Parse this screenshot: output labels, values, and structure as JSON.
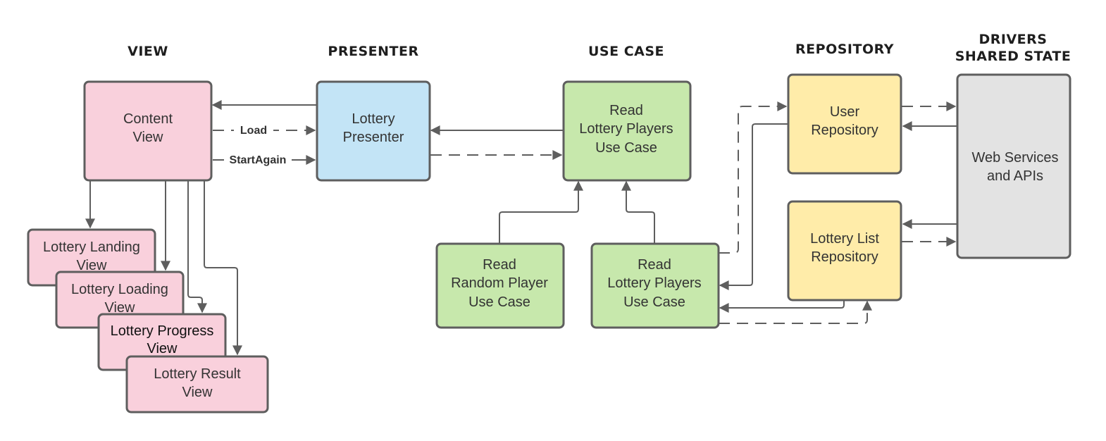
{
  "headings": {
    "view": "VIEW",
    "presenter": "PRESENTER",
    "use_case": "USE CASE",
    "repository": "REPOSITORY",
    "drivers_line1": "DRIVERS",
    "drivers_line2": "SHARED STATE"
  },
  "colors": {
    "view": "#f9d0dc",
    "presenter": "#c3e4f6",
    "use_case": "#c7e8ac",
    "repository": "#ffeca9",
    "drivers": "#e3e3e3",
    "stroke": "#5e5e5e"
  },
  "nodes": {
    "content_view": [
      "Content",
      "View"
    ],
    "lottery_landing_view": [
      "Lottery Landing",
      "View"
    ],
    "lottery_loading_view": [
      "Lottery Loading",
      "View"
    ],
    "lottery_progress_view": [
      "Lottery Progress",
      "View"
    ],
    "lottery_result_view": [
      "Lottery Result",
      "View"
    ],
    "lottery_presenter": [
      "Lottery",
      "Presenter"
    ],
    "read_lottery_players_use_case_top": [
      "Read",
      "Lottery Players",
      "Use Case"
    ],
    "read_random_player_use_case": [
      "Read",
      "Random Player",
      "Use Case"
    ],
    "read_lottery_players_use_case_bottom": [
      "Read",
      "Lottery Players",
      "Use Case"
    ],
    "user_repository": [
      "User",
      "Repository"
    ],
    "lottery_list_repository": [
      "Lottery List",
      "Repository"
    ],
    "web_services": [
      "Web Services",
      "and APIs"
    ]
  },
  "edge_labels": {
    "load": "Load",
    "start_again": "StartAgain"
  }
}
